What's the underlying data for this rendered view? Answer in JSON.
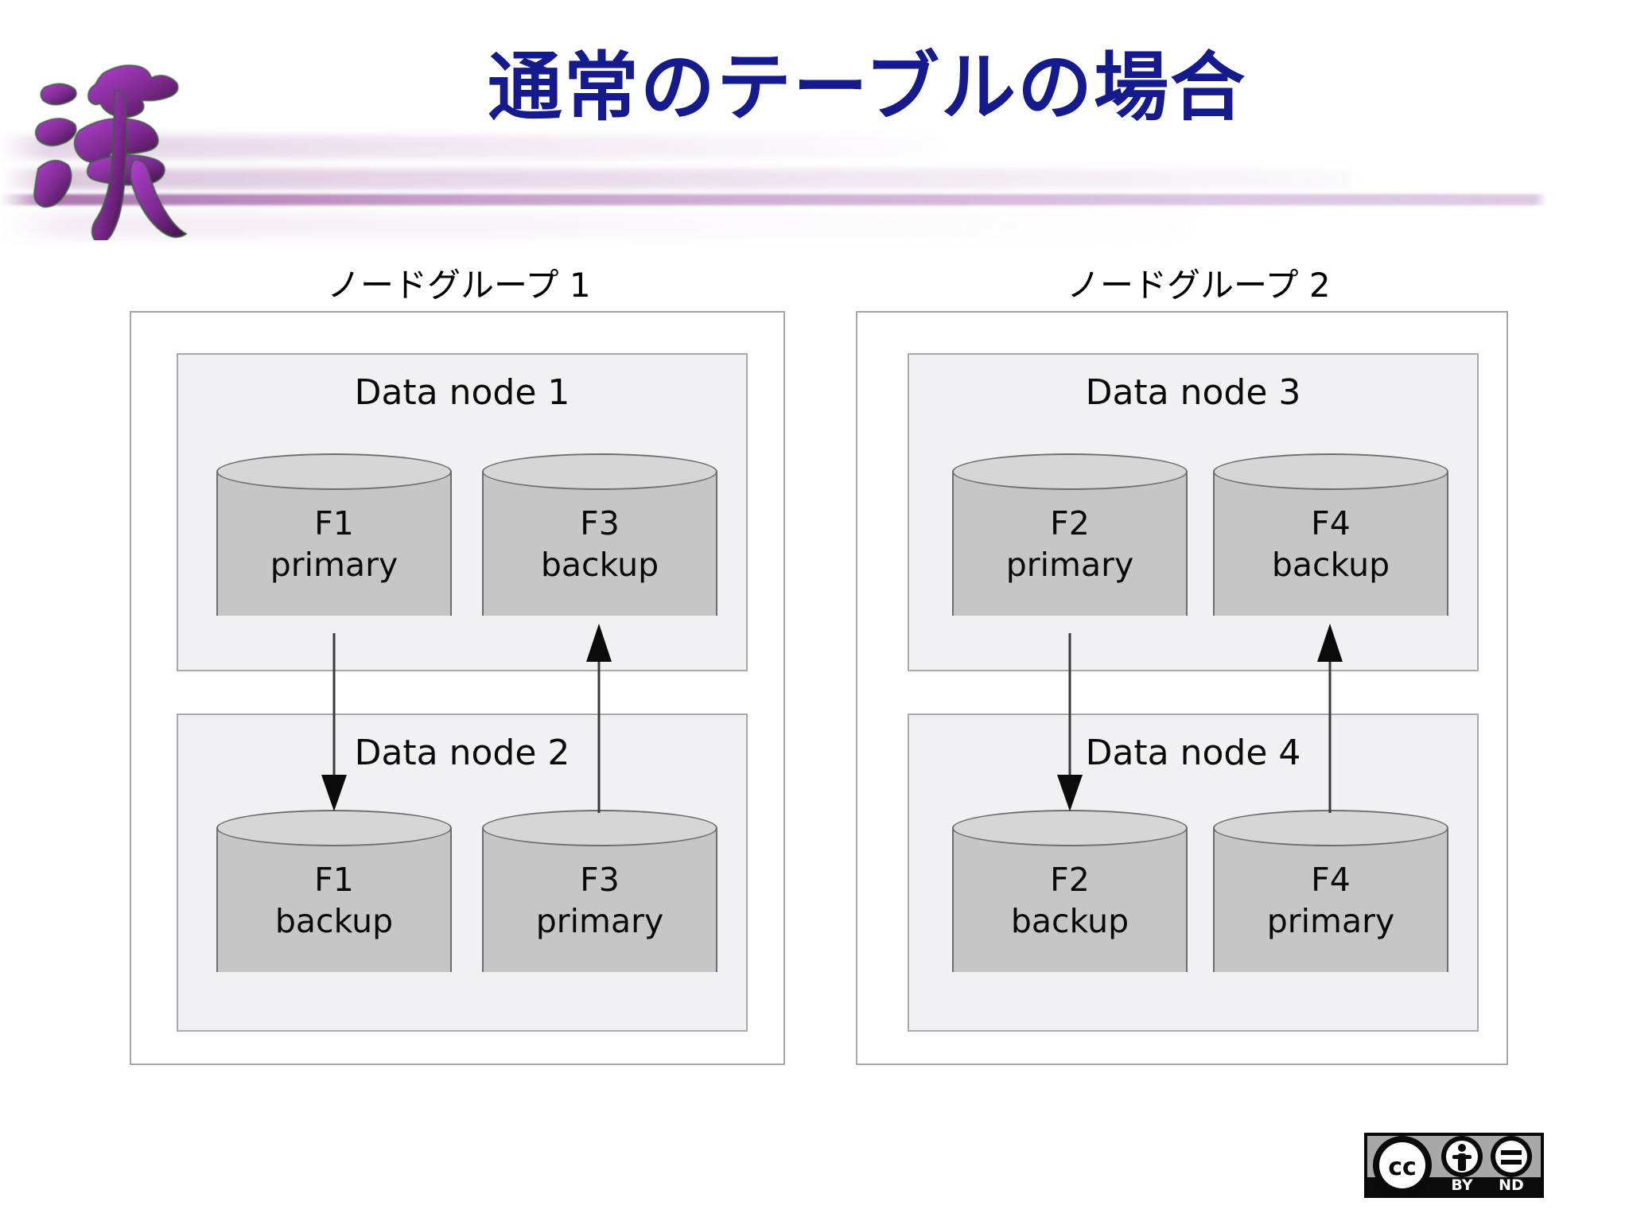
{
  "slide": {
    "title": "通常のテーブルの場合",
    "title_color": "#151a8c",
    "logo_name": "kanji-logo-han",
    "background": "#ffffff"
  },
  "groups": [
    {
      "label": "ノードグループ 1",
      "nodes": [
        {
          "title": "Data node 1",
          "cylinders": [
            {
              "fragment": "F1",
              "role": "primary"
            },
            {
              "fragment": "F3",
              "role": "backup"
            }
          ]
        },
        {
          "title": "Data node 2",
          "cylinders": [
            {
              "fragment": "F1",
              "role": "backup"
            },
            {
              "fragment": "F3",
              "role": "primary"
            }
          ]
        }
      ]
    },
    {
      "label": "ノードグループ 2",
      "nodes": [
        {
          "title": "Data node 3",
          "cylinders": [
            {
              "fragment": "F2",
              "role": "primary"
            },
            {
              "fragment": "F4",
              "role": "backup"
            }
          ]
        },
        {
          "title": "Data node 4",
          "cylinders": [
            {
              "fragment": "F2",
              "role": "backup"
            },
            {
              "fragment": "F4",
              "role": "primary"
            }
          ]
        }
      ]
    }
  ],
  "replication_arrows": [
    {
      "from": "Data node 1 / F1 primary",
      "to": "Data node 2 / F1 backup",
      "direction": "down"
    },
    {
      "from": "Data node 2 / F3 primary",
      "to": "Data node 1 / F3 backup",
      "direction": "up"
    },
    {
      "from": "Data node 3 / F2 primary",
      "to": "Data node 4 / F2 backup",
      "direction": "down"
    },
    {
      "from": "Data node 4 / F4 primary",
      "to": "Data node 3 / F4 backup",
      "direction": "up"
    }
  ],
  "license_badge": {
    "cc_label": "cc",
    "by_label": "BY",
    "nd_label": "ND",
    "name": "Creative Commons BY-ND"
  }
}
